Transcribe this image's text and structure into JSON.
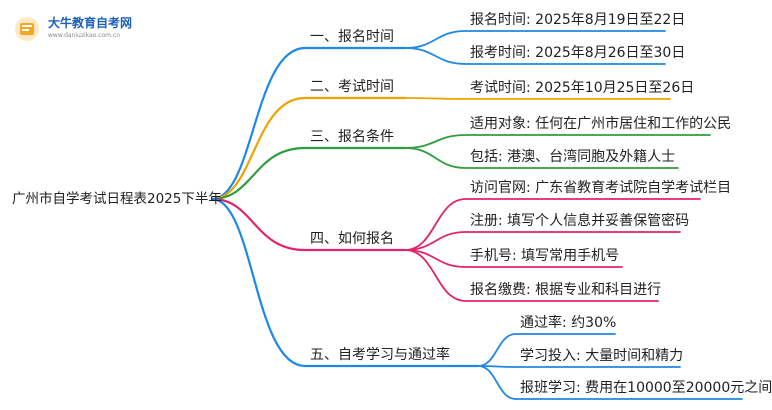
{
  "logo": {
    "title": "大牛教育自考网",
    "url": "www.daniuzikao.com.cn",
    "icon": "book-icon",
    "accent": "#f5a623"
  },
  "root": {
    "label": "广州市自学考试日程表2025下半年"
  },
  "branches": [
    {
      "label": "一、报名时间",
      "color": "#1e88e5",
      "leaves": [
        "报名时间: 2025年8月19日至22日",
        "报考时间: 2025年8月26日至30日"
      ]
    },
    {
      "label": "二、考试时间",
      "color": "#f0a202",
      "leaves": [
        "考试时间: 2025年10月25日至26日"
      ]
    },
    {
      "label": "三、报名条件",
      "color": "#2e9e3e",
      "leaves": [
        "适用对象: 任何在广州市居住和工作的公民",
        "包括: 港澳、台湾同胞及外籍人士"
      ]
    },
    {
      "label": "四、如何报名",
      "color": "#e0246c",
      "leaves": [
        "访问官网: 广东省教育考试院自学考试栏目",
        "注册: 填写个人信息并妥善保管密码",
        "手机号: 填写常用手机号",
        "报名缴费: 根据专业和科目进行"
      ]
    },
    {
      "label": "五、自考学习与通过率",
      "color": "#1e88e5",
      "leaves": [
        "通过率: 约30%",
        "学习投入: 大量时间和精力",
        "报班学习: 费用在10000至20000元之间"
      ]
    }
  ]
}
